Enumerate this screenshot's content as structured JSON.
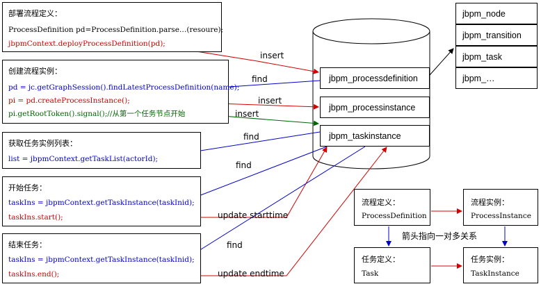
{
  "boxes": {
    "deploy": {
      "title": "部署流程定义：",
      "line1": "ProcessDefinition pd=ProcessDefinition.parse…(resoure);",
      "line2": "jbpmContext.deployProcessDefinition(pd);"
    },
    "create": {
      "title": "创建流程实例：",
      "line1": "pd = jc.getGraphSession().findLatestProcessDefinition(name);",
      "line2": "pi = pd.createProcessInstance();",
      "line3": "pi.getRootToken().signal();//从第一个任务节点开始"
    },
    "tasklist": {
      "title": "获取任务实例列表：",
      "line1": "list = jbpmContext.getTaskList(actorId);"
    },
    "start": {
      "title": "开始任务：",
      "line1": "taskIns = jbpmContext.getTaskInstance(taskInid);",
      "line2": "taskIns.start();"
    },
    "end": {
      "title": "结束任务：",
      "line1": "taskIns = jbpmContext.getTaskInstance(taskInid);",
      "line2": "taskIns.end();"
    }
  },
  "cylinder_tables": {
    "processdefinition": "jbpm_processdefinition",
    "processinstance": "jbpm_processinstance",
    "taskinstance": "jbpm_taskinstance"
  },
  "stack_tables": [
    "jbpm_node",
    "jbpm_transition",
    "jbpm_task",
    "jbpm_…"
  ],
  "edge_labels": {
    "insert1": "insert",
    "find1": "find",
    "insert2": "insert",
    "insert3": "insert",
    "find2": "find",
    "find3": "find",
    "update_start": "update starttime",
    "find4": "find",
    "update_end": "update endtime"
  },
  "legend": {
    "def_title": "流程定义：",
    "def_name": "ProcessDefinition",
    "inst_title": "流程实例：",
    "inst_name": "ProcessInstance",
    "note": "箭头指向一对多关系",
    "task_title": "任务定义：",
    "task_name": "Task",
    "taskinst_title": "任务实例：",
    "taskinst_name": "TaskInstance"
  },
  "colors": {
    "red": "#d40000",
    "blue": "#0000cc",
    "green": "#006400",
    "black": "#000000"
  }
}
